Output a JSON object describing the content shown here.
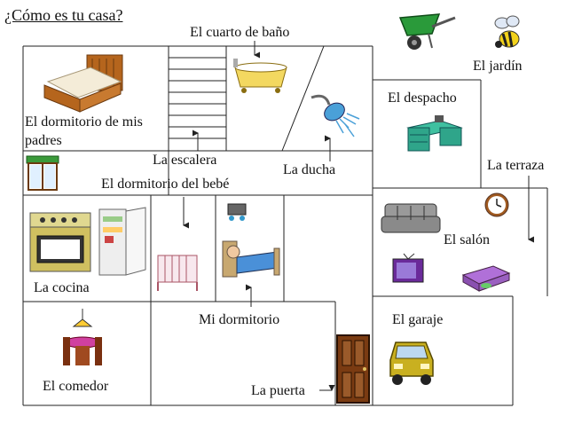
{
  "title": "¿Cómo es tu casa?",
  "labels": {
    "bathroom": "El cuarto de baño",
    "garden": "El jardín",
    "office": "El despacho",
    "parents_bedroom_line1": "El dormitorio de mis",
    "parents_bedroom_line2": "padres",
    "stairs": "La escalera",
    "shower": "La ducha",
    "terrace": "La terraza",
    "baby_bedroom": "El dormitorio del bebé",
    "living_room": "El salón",
    "kitchen": "La cocina",
    "my_bedroom": "Mi dormitorio",
    "garage": "El garaje",
    "dining_room": "El comedor",
    "door": "La puerta"
  },
  "icons": {
    "wheelbarrow": "wheelbarrow-icon",
    "bee": "bee-icon",
    "bed": "bed-icon",
    "bathtub": "bathtub-icon",
    "shower_head": "shower-head-icon",
    "desk": "desk-icon",
    "window": "window-icon",
    "stove": "stove-icon",
    "fridge": "fridge-icon",
    "crib": "crib-icon",
    "child_bed": "child-bed-icon",
    "sofa": "sofa-icon",
    "clock": "clock-icon",
    "tv": "tv-icon",
    "dvd_player": "dvd-player-icon",
    "dining_table": "dining-table-icon",
    "front_door": "front-door-icon",
    "car": "car-icon"
  },
  "colors": {
    "wall": "#222222",
    "bed_wood": "#b5651d",
    "tub": "#f3d860",
    "desk": "#2fa58a",
    "stove": "#d0c060",
    "car": "#c9b020",
    "door": "#7a3b12",
    "sofa": "#8a8a8a",
    "wheelbarrow": "#2a9a3a"
  }
}
